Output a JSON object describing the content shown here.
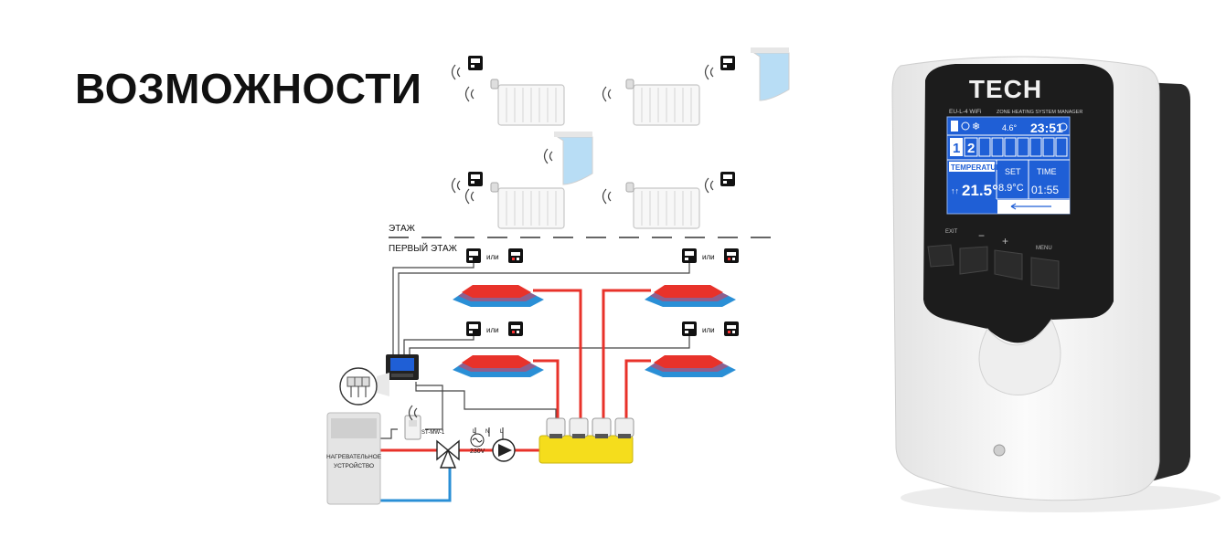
{
  "heading": "ВОЗМОЖНОСТИ",
  "floors": {
    "upper": "ЭТАЖ",
    "ground": "ПЕРВЫЙ ЭТАЖ"
  },
  "or_word": "или",
  "heater_label_line1": "НАГРЕВАТЕЛЬНОЕ",
  "heater_label_line2": "УСТРОЙСТВО",
  "module_label": "ST-MW-1",
  "voltage_label": "230V",
  "terminal_labels": {
    "l": "L",
    "n": "N"
  },
  "controller": {
    "brand": "TECH",
    "model": "EU-L-4 WiFi",
    "subtitle": "ZONE HEATING SYSTEM MANAGER",
    "lcd": {
      "status_value": "4.6°",
      "time": "23:51",
      "zones": [
        "1",
        "2"
      ],
      "temperature_label": "TEMPERATURE",
      "temperature_value": "21.5°",
      "set_label": "SET",
      "set_value": "8.9°C",
      "time_label": "TIME",
      "time_value": "01:55"
    },
    "buttons": {
      "exit": "EXIT",
      "minus": "−",
      "plus": "+",
      "menu": "MENU"
    }
  },
  "colors": {
    "supply": "#e8322a",
    "return": "#2a8fd6",
    "valve_body": "#f5dd1c",
    "lcd_bg": "#1f5fd6",
    "housing": "#f3f3f3",
    "bezel": "#1c1c1c"
  }
}
